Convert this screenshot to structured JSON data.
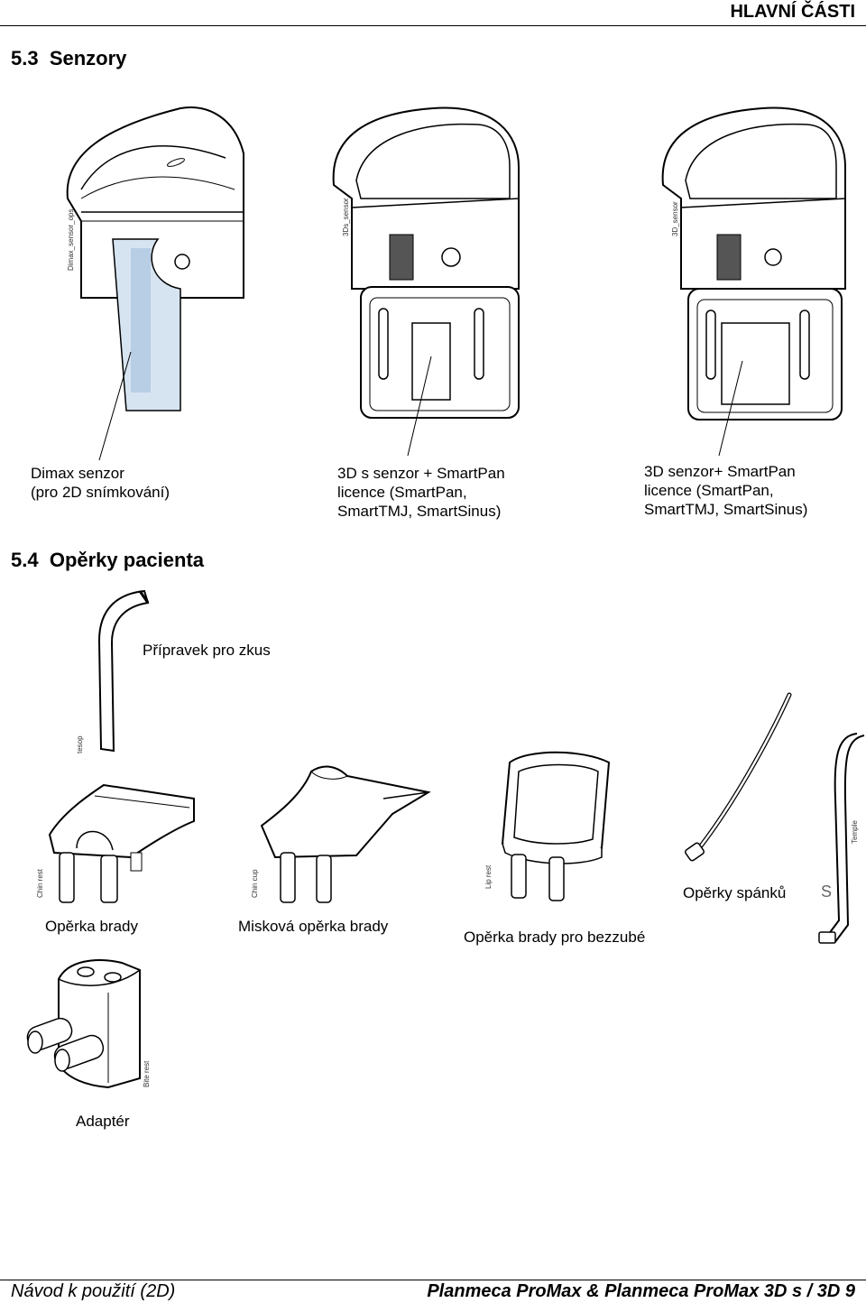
{
  "header": {
    "running_title": "HLAVNÍ ČÁSTI"
  },
  "sections": {
    "sensors": {
      "number": "5.3",
      "title": "Senzory",
      "items": [
        {
          "lines": [
            "Dimax senzor",
            "(pro 2D snímkování)"
          ],
          "tag": "Dimax_sensor_ops"
        },
        {
          "lines": [
            "3D s senzor + SmartPan",
            "licence (SmartPan,",
            "SmartTMJ, SmartSinus)"
          ],
          "tag": "3Ds_sensor"
        },
        {
          "lines": [
            "3D senzor+ SmartPan",
            "licence (SmartPan,",
            "SmartTMJ, SmartSinus)"
          ],
          "tag": "3D_sensor"
        }
      ]
    },
    "patient_supports": {
      "number": "5.4",
      "title": "Opěrky pacienta",
      "items": [
        {
          "label": "Přípravek pro zkus",
          "tag": "tesop"
        },
        {
          "label": "Opěrka brady",
          "tag": "Chin rest"
        },
        {
          "label": "Misková opěrka brady",
          "tag": "Chin cup"
        },
        {
          "label": "Opěrka brady pro bezzubé",
          "tag": "Lip rest"
        },
        {
          "label": "Opěrky spánků",
          "tag": "Temple"
        },
        {
          "label": "Adaptér",
          "tag": "Bite rest"
        }
      ],
      "partial_letter": "S"
    }
  },
  "footer": {
    "left": "Návod k použití (2D)",
    "right": "Planmeca ProMax & Planmeca ProMax 3D s / 3D   9"
  }
}
